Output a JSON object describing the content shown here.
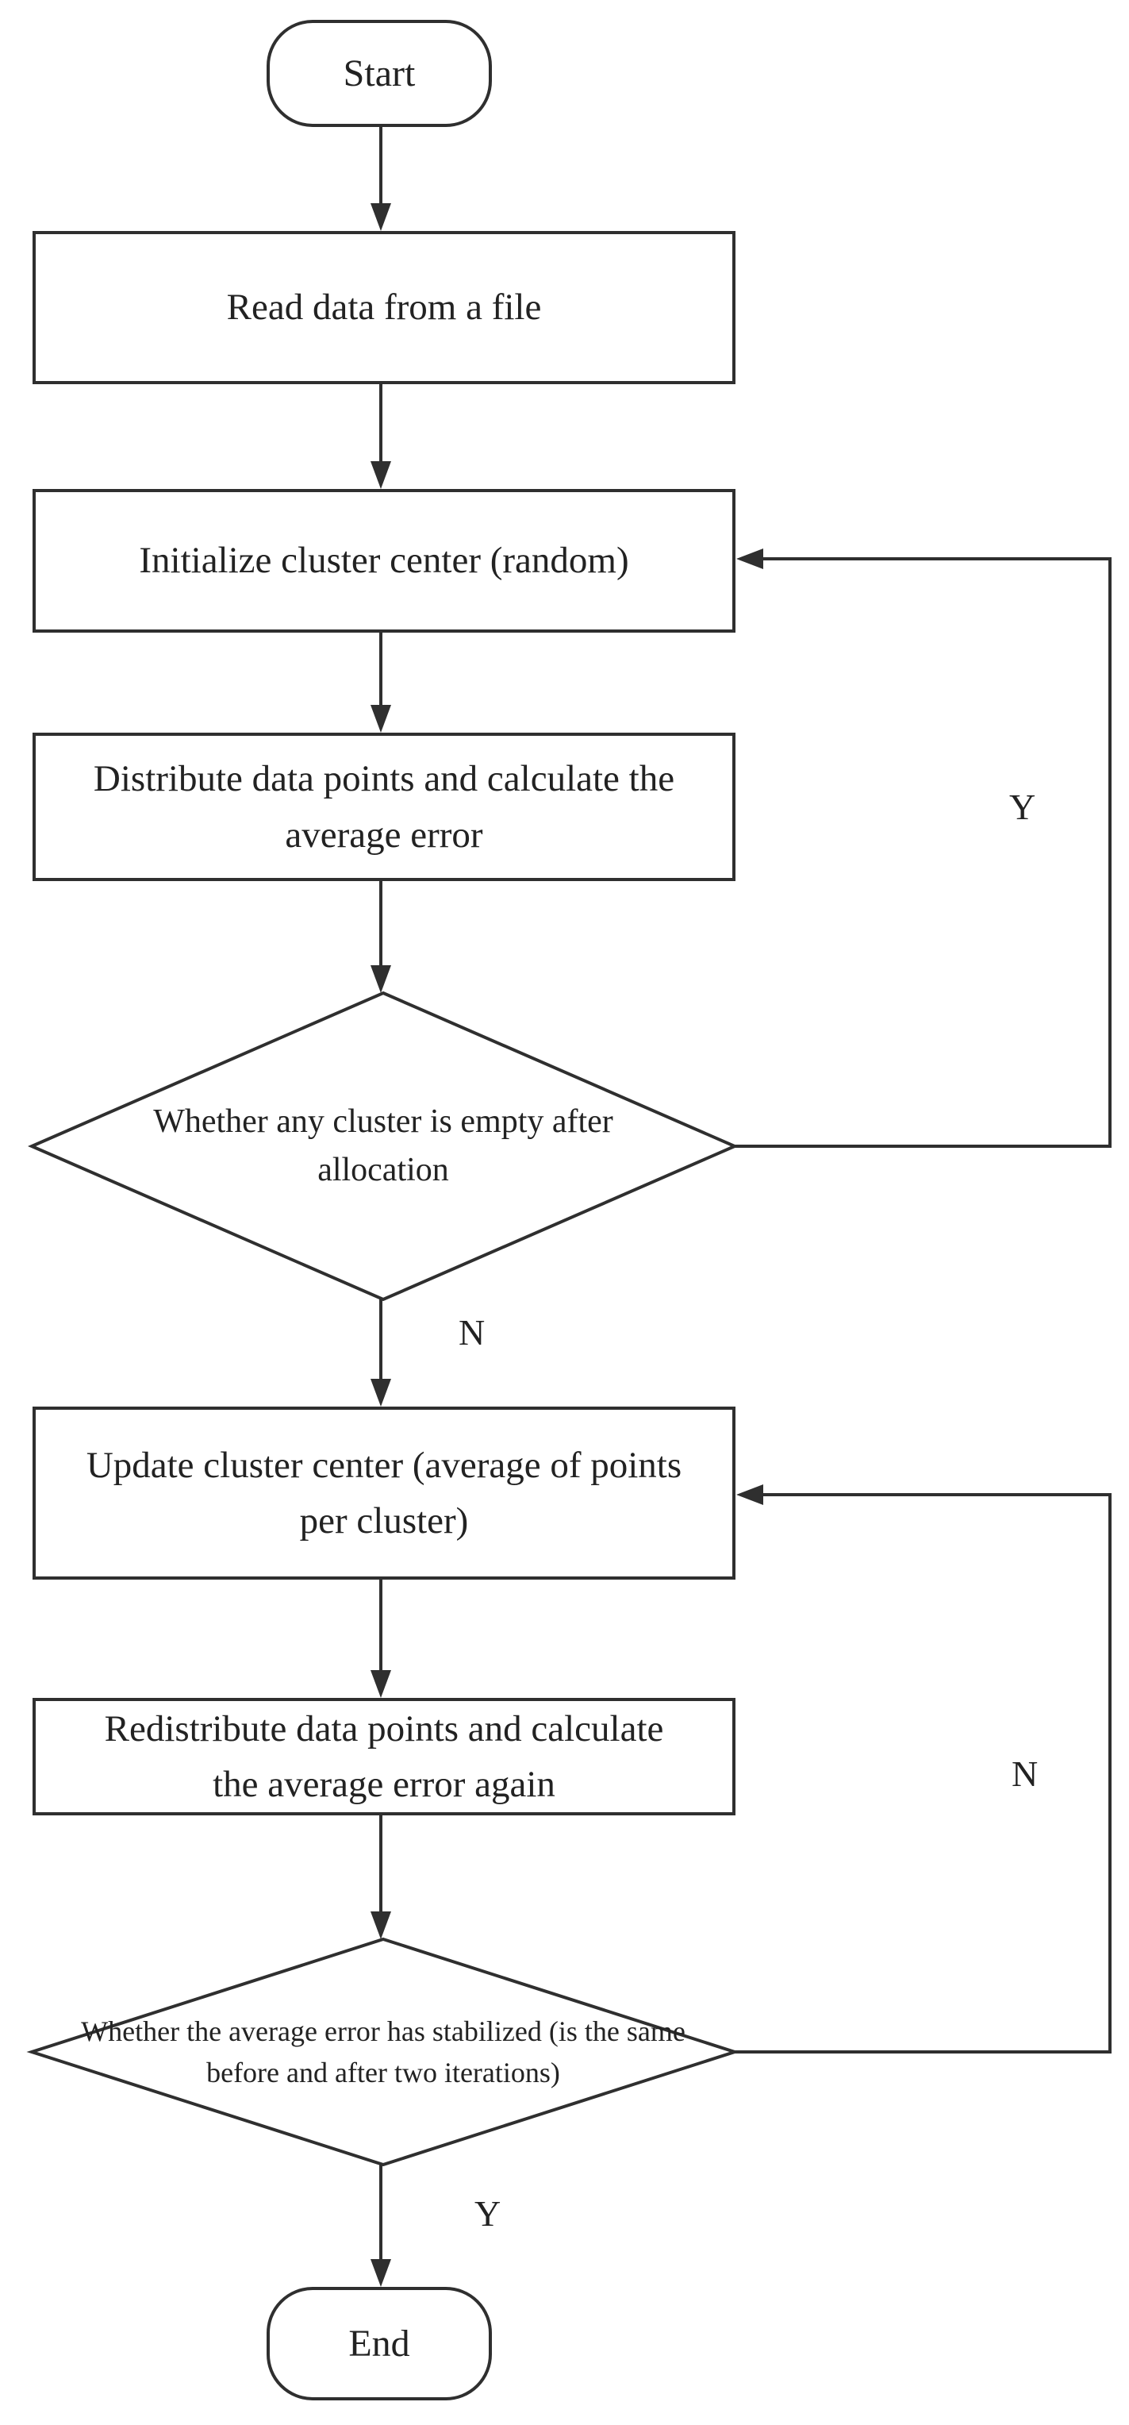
{
  "flowchart": {
    "nodes": [
      {
        "id": "start",
        "type": "terminator",
        "label": "Start"
      },
      {
        "id": "read",
        "type": "process",
        "label": "Read data from a file"
      },
      {
        "id": "init",
        "type": "process",
        "label": "Initialize cluster center (random)"
      },
      {
        "id": "distribute",
        "type": "process",
        "label": "Distribute data points and calculate the average error"
      },
      {
        "id": "empty-check",
        "type": "decision",
        "label": "Whether any cluster is empty after allocation"
      },
      {
        "id": "update",
        "type": "process",
        "label": "Update cluster center (average of points per cluster)"
      },
      {
        "id": "redistribute",
        "type": "process",
        "label": "Redistribute data points and calculate the average error again"
      },
      {
        "id": "stable-check",
        "type": "decision",
        "label": "Whether the average error has stabilized (is the same before and after two iterations)"
      },
      {
        "id": "end",
        "type": "terminator",
        "label": "End"
      }
    ],
    "edges": [
      {
        "from": "start",
        "to": "read",
        "label": ""
      },
      {
        "from": "read",
        "to": "init",
        "label": ""
      },
      {
        "from": "init",
        "to": "distribute",
        "label": ""
      },
      {
        "from": "distribute",
        "to": "empty-check",
        "label": ""
      },
      {
        "from": "empty-check",
        "to": "update",
        "label": "N"
      },
      {
        "from": "empty-check",
        "to": "init",
        "label": "Y"
      },
      {
        "from": "update",
        "to": "redistribute",
        "label": ""
      },
      {
        "from": "redistribute",
        "to": "stable-check",
        "label": ""
      },
      {
        "from": "stable-check",
        "to": "update",
        "label": "N"
      },
      {
        "from": "stable-check",
        "to": "end",
        "label": "Y"
      }
    ],
    "edge_labels": {
      "empty_check_no": "N",
      "empty_check_yes": "Y",
      "stable_check_no": "N",
      "stable_check_yes": "Y"
    },
    "colors": {
      "line": "#2f2f2f",
      "background": "#ffffff",
      "text": "#222222"
    }
  }
}
